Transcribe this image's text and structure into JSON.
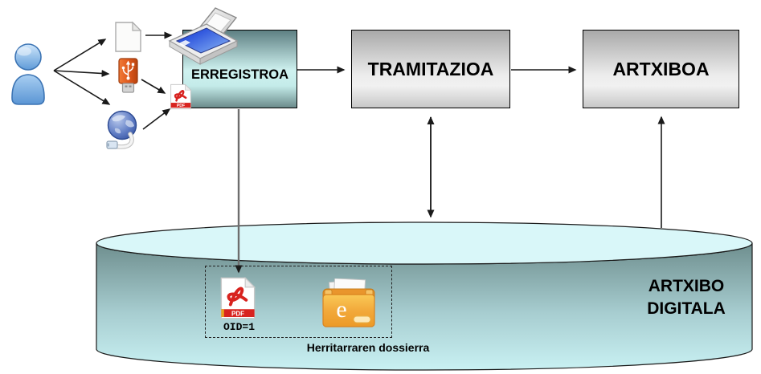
{
  "boxes": {
    "erregistroa": "ERREGISTROA",
    "tramitazioa": "TRAMITAZIOA",
    "artxiboa": "ARTXIBOA"
  },
  "cylinder": {
    "label": "ARTXIBO DIGITALA"
  },
  "dossier": {
    "oid": "OID=1",
    "caption": "Herritarraren dossierra"
  },
  "pdf_badge": "PDF",
  "folder_letter": "e",
  "icons": {
    "person": "citizen-person-icon",
    "document": "paper-document-icon",
    "usb": "usb-stick-icon",
    "globe": "web-globe-network-icon",
    "scanner": "flatbed-scanner-icon",
    "pdf": "pdf-file-icon",
    "folder": "e-dossier-folder-icon"
  },
  "colors": {
    "teal_box_dark": "#5e8083",
    "teal_box_light": "#cff2f0",
    "gray_box_dark": "#a9a9a9",
    "gray_box_light": "#ececec",
    "cylinder_top": "#d9f7f9",
    "cylinder_body_dark": "#6e8e8e",
    "cylinder_body_light": "#c6eff1",
    "pdf_red": "#d8231f",
    "folder_orange": "#f2a93b",
    "usb_orange": "#e05a1d",
    "person_blue": "#6aa6e0",
    "arrow_black": "#1a1a1a"
  }
}
